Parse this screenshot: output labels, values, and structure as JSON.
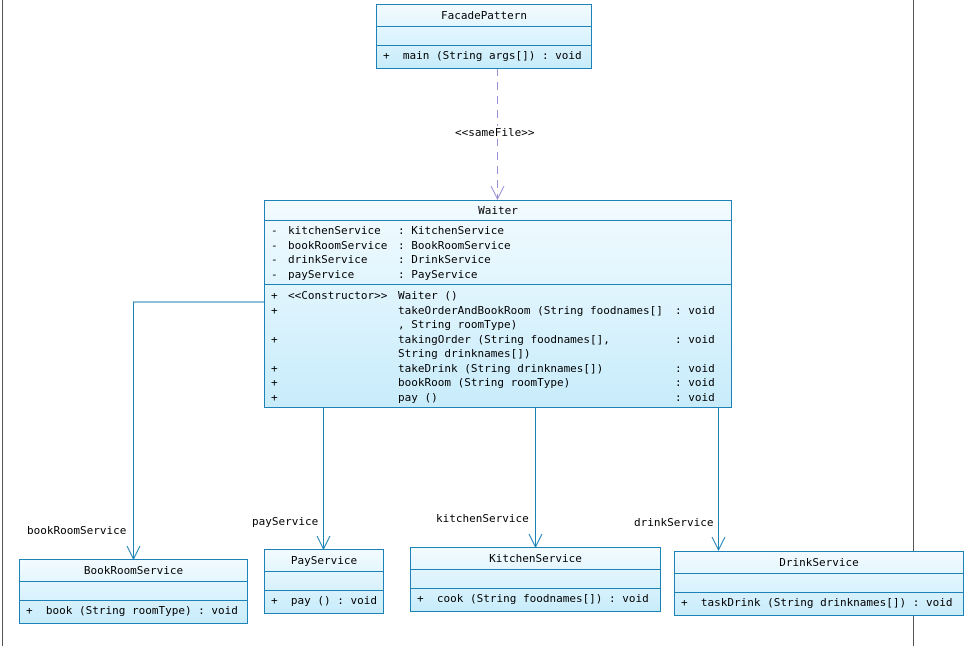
{
  "facade": {
    "name": "FacadePattern",
    "ops": [
      "+  main (String args[]) : void"
    ]
  },
  "dependency_label": "<<sameFile>>",
  "waiter": {
    "name": "Waiter",
    "attributes": [
      {
        "vis": "-",
        "name": "kitchenService",
        "type": ": KitchenService"
      },
      {
        "vis": "-",
        "name": "bookRoomService",
        "type": ": BookRoomService"
      },
      {
        "vis": "-",
        "name": "drinkService",
        "type": ": DrinkService"
      },
      {
        "vis": "-",
        "name": "payService",
        "type": ": PayService"
      }
    ],
    "operations": [
      {
        "vis": "+",
        "stereo": "<<Constructor>>",
        "sig": "Waiter ()",
        "ret": ""
      },
      {
        "vis": "+",
        "stereo": "",
        "sig": "takeOrderAndBookRoom (String foodnames[]\n, String roomType)",
        "ret": ": void"
      },
      {
        "vis": "+",
        "stereo": "",
        "sig": "takingOrder (String foodnames[],\n String drinknames[])",
        "ret": ": void"
      },
      {
        "vis": "+",
        "stereo": "",
        "sig": "takeDrink (String drinknames[])",
        "ret": ": void"
      },
      {
        "vis": "+",
        "stereo": "",
        "sig": "bookRoom (String roomType)",
        "ret": ": void"
      },
      {
        "vis": "+",
        "stereo": "",
        "sig": "pay ()",
        "ret": ": void"
      }
    ]
  },
  "services": {
    "bookroom": {
      "name": "BookRoomService",
      "op": "+  book (String roomType) : void",
      "role": "bookRoomService"
    },
    "pay": {
      "name": "PayService",
      "op": "+  pay () : void",
      "role": "payService"
    },
    "kitchen": {
      "name": "KitchenService",
      "op": "+  cook (String foodnames[]) : void",
      "role": "kitchenService"
    },
    "drink": {
      "name": "DrinkService",
      "op": "+  taskDrink (String drinknames[]) : void",
      "role": "drinkService"
    }
  }
}
